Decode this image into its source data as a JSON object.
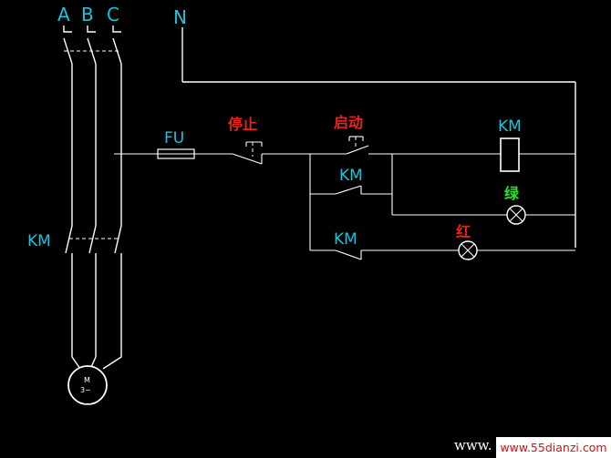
{
  "labels": {
    "phase_a": "A",
    "phase_b": "B",
    "phase_c": "C",
    "neutral": "N",
    "fuse": "FU",
    "stop": "停止",
    "start": "启动",
    "km_coil": "KM",
    "km_hold": "KM",
    "km_aux": "KM",
    "km_main": "KM",
    "green_lamp": "绿",
    "red_lamp": "红",
    "motor_m": "M",
    "motor_phase": "3~"
  },
  "watermark": {
    "prefix": "www. d",
    "url": "www.55dianzi.com"
  },
  "colors": {
    "background": "#000000",
    "label_cyan": "#19c4dc",
    "label_red": "#e8241c",
    "label_green": "#2ee02e",
    "wire": "#ffffff"
  }
}
